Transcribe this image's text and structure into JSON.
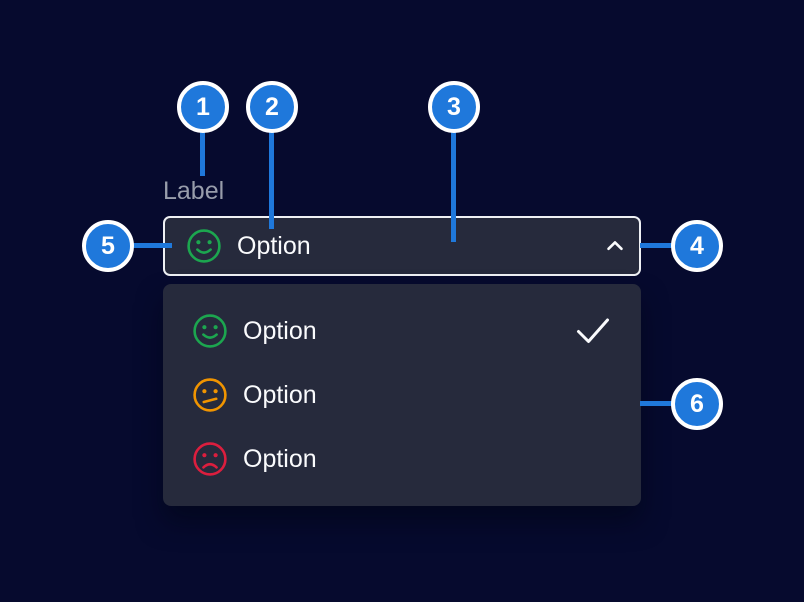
{
  "colors": {
    "background": "#060a2e",
    "surface": "#262a3c",
    "field_border": "#eef0f4",
    "text": "#fafbfd",
    "label_text": "#989dab",
    "annotation_blue": "#1f78db",
    "positive_green": "#1ca64f",
    "neutral_orange": "#f09400",
    "negative_red": "#dc1e3e",
    "badge_text": "#ffffff"
  },
  "select": {
    "label": "Label",
    "value": "Option",
    "value_icon": "smiley-happy-icon",
    "chevron_icon": "chevron-up-icon",
    "state": "open"
  },
  "menu": {
    "options": [
      {
        "label": "Option",
        "icon": "smiley-happy-icon",
        "icon_color": "#1ca64f",
        "selected": true
      },
      {
        "label": "Option",
        "icon": "smiley-neutral-icon",
        "icon_color": "#f09400",
        "selected": false
      },
      {
        "label": "Option",
        "icon": "smiley-sad-icon",
        "icon_color": "#dc1e3e",
        "selected": false
      }
    ]
  },
  "annotations": [
    {
      "number": "1",
      "target": "field-label"
    },
    {
      "number": "2",
      "target": "selected-value-text"
    },
    {
      "number": "3",
      "target": "select-field"
    },
    {
      "number": "4",
      "target": "chevron"
    },
    {
      "number": "5",
      "target": "value-icon"
    },
    {
      "number": "6",
      "target": "menu"
    }
  ]
}
